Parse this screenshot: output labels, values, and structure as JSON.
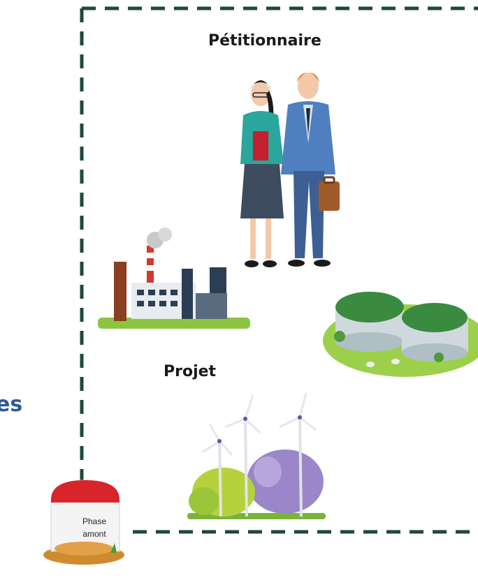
{
  "labels": {
    "petitionnaire": "Pétitionnaire",
    "projet": "Projet",
    "cut_text": "es"
  },
  "milestone": {
    "line1": "Phase",
    "line2": "amont"
  },
  "colors": {
    "dashed_border": "#1c4b35",
    "accent_text": "#2b5a9b",
    "grass": "#8cc43f",
    "digester": "#3a8a3f"
  },
  "icons": [
    "business-people-icon",
    "factory-icon",
    "biogas-digester-icon",
    "wind-turbines-icon",
    "milestone-marker-icon"
  ]
}
